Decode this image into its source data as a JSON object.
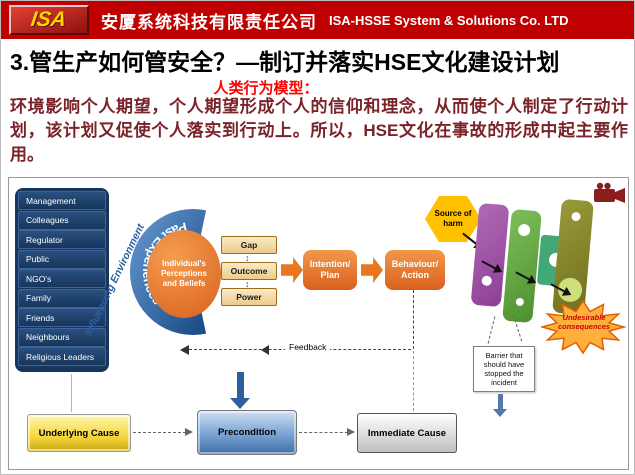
{
  "header": {
    "logo_text": "ISA",
    "company_cn": "安厦系统科技有限责任公司",
    "company_en": "ISA-HSSE System & Solutions Co. LTD"
  },
  "slide": {
    "title": "3.管生产如何管安全？—制订并落实HSE文化建设计划",
    "model_label": "人类行为模型：",
    "body_text": "环境影响个人期望，个人期望形成个人的信仰和理念，从而使个人制定了行动计划，该计划又促使个人落实到行动上。所以，HSE文化在事故的形成中起主要作用。"
  },
  "diagram": {
    "influencers": [
      "Management",
      "Colleagues",
      "Regulator",
      "Public",
      "NGO's",
      "Family",
      "Friends",
      "Neighbours",
      "Religious Leaders"
    ],
    "influencing_environment": "Influencing Environment",
    "past_experiences": "Past Experiences",
    "perceptions_label": "Individual's Perceptions and Beliefs",
    "factors": [
      "Gap",
      "Outcome",
      "Power"
    ],
    "intention_label": "Intention/ Plan",
    "behaviour_label": "Behaviour/ Action",
    "source_of_harm": "Source of harm",
    "undesirable_label": "Undesirable consequences",
    "barrier_note": "Barrier that should have stopped the incident",
    "feedback_label": "Feedback",
    "causes": [
      "Underlying Cause",
      "Precondition",
      "Immediate Cause"
    ],
    "icons": {
      "link_arrow": "↕"
    },
    "colors": {
      "header_red": "#c00000",
      "logo_yellow": "#ffd400",
      "model_red": "#ff0000",
      "body_maroon": "#7a2328",
      "navy_panel": "#16365c",
      "arc_blue": "#2d5f9e",
      "process_orange": "#e87722",
      "harm_yellow": "#ffc000",
      "barrier_purple": "#8e3f96",
      "barrier_green": "#4e8f2f",
      "barrier_olive": "#6f6f1f",
      "burst_orange": "#ffaf3c",
      "consequence_red": "#cc0000"
    }
  }
}
